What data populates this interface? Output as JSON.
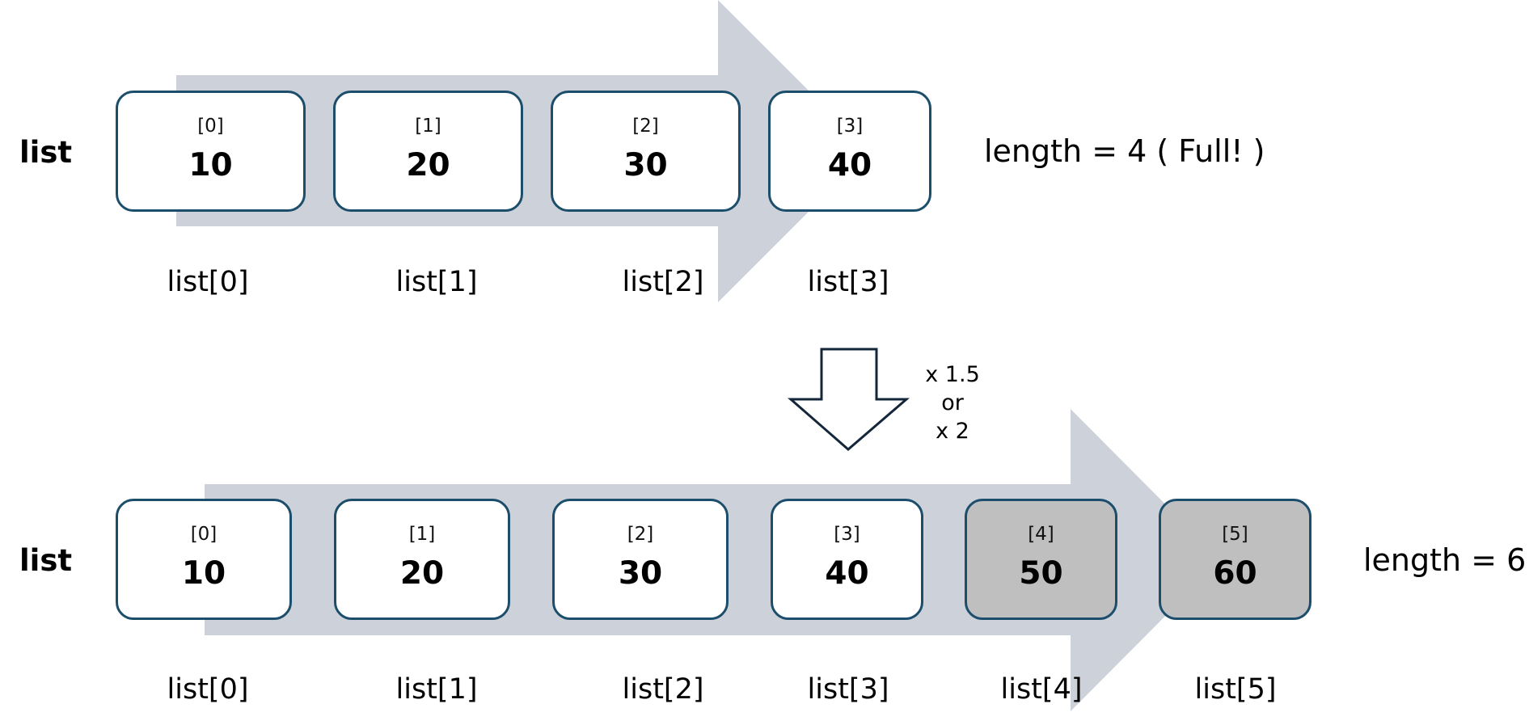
{
  "before": {
    "label": "list",
    "cells": [
      {
        "index": "[0]",
        "value": "10",
        "access": "list[0]"
      },
      {
        "index": "[1]",
        "value": "20",
        "access": "list[1]"
      },
      {
        "index": "[2]",
        "value": "30",
        "access": "list[2]"
      },
      {
        "index": "[3]",
        "value": "40",
        "access": "list[3]"
      }
    ],
    "length_note": "length = 4 ( Full! )"
  },
  "resize": {
    "factor_lines": [
      "x 1.5",
      "or",
      "x 2"
    ]
  },
  "after": {
    "label": "list",
    "cells": [
      {
        "index": "[0]",
        "value": "10",
        "access": "list[0]"
      },
      {
        "index": "[1]",
        "value": "20",
        "access": "list[1]"
      },
      {
        "index": "[2]",
        "value": "30",
        "access": "list[2]"
      },
      {
        "index": "[3]",
        "value": "40",
        "access": "list[3]"
      },
      {
        "index": "[4]",
        "value": "50",
        "access": "list[4]"
      },
      {
        "index": "[5]",
        "value": "60",
        "access": "list[5]"
      }
    ],
    "length_note": "length = 6"
  },
  "colors": {
    "cell_border": "#1c4e6b",
    "flow_arrow": "#cdd1d9",
    "added_cell_fill": "#bfbfbf",
    "resize_arrow_stroke": "#14263a"
  }
}
